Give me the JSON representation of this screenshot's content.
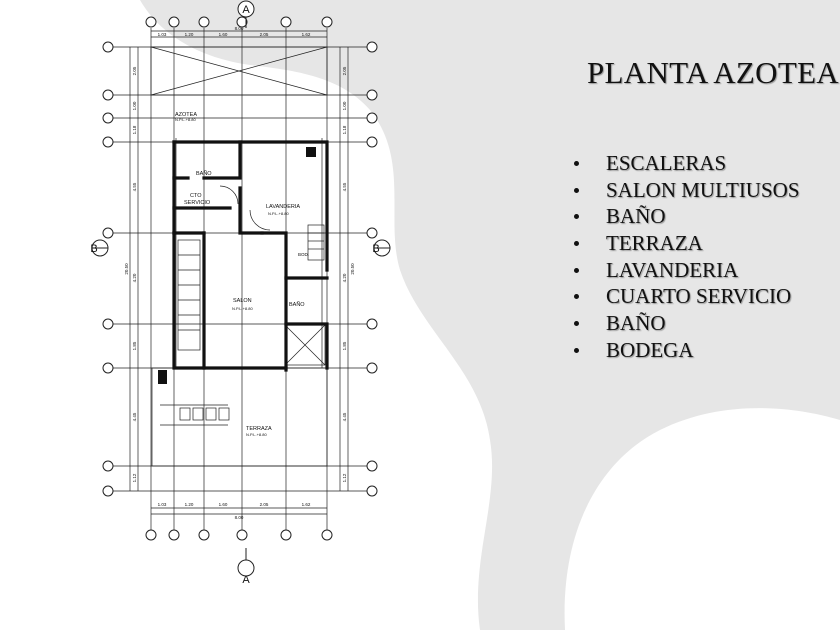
{
  "slide": {
    "title": "PLANTA AZOTEA",
    "items": [
      "ESCALERAS",
      "SALON MULTIUSOS",
      "BAÑO",
      "TERRAZA",
      "LAVANDERIA",
      "CUARTO SERVICIO",
      "BAÑO",
      "BODEGA"
    ]
  },
  "plan": {
    "section_a": "A",
    "section_b": "B",
    "top_dims": [
      "1.03",
      "1.20",
      "1.60",
      "2.05",
      "1.62"
    ],
    "top_total": "8.00",
    "bottom_dims": [
      "1.03",
      "1.20",
      "1.60",
      "2.05",
      "1.62"
    ],
    "bottom_total": "8.00",
    "side_dims": [
      "2.05",
      "1.00",
      "1.18",
      "4.55",
      "4.20",
      "1.85",
      "4.45",
      "1.12"
    ],
    "side_total": "20.50",
    "rooms": {
      "azotea": "AZOTEA",
      "azotea_level": "N.P.L.+8.80",
      "bano_1": "BAÑO",
      "cto_servicio_1": "CTO",
      "cto_servicio_2": "SERVICIO",
      "lavanderia": "LAVANDERIA",
      "lavanderia_level": "N.P.L.+8.80",
      "salon": "SALON",
      "salon_level": "N.P.L.+8.80",
      "bano_2": "BAÑO",
      "bodega": "BOD.",
      "terraza": "TERRAZA",
      "terraza_level": "N.P.L.+8.80"
    }
  },
  "colors": {
    "background_shape": "#e6e6e6",
    "ink": "#111111"
  }
}
